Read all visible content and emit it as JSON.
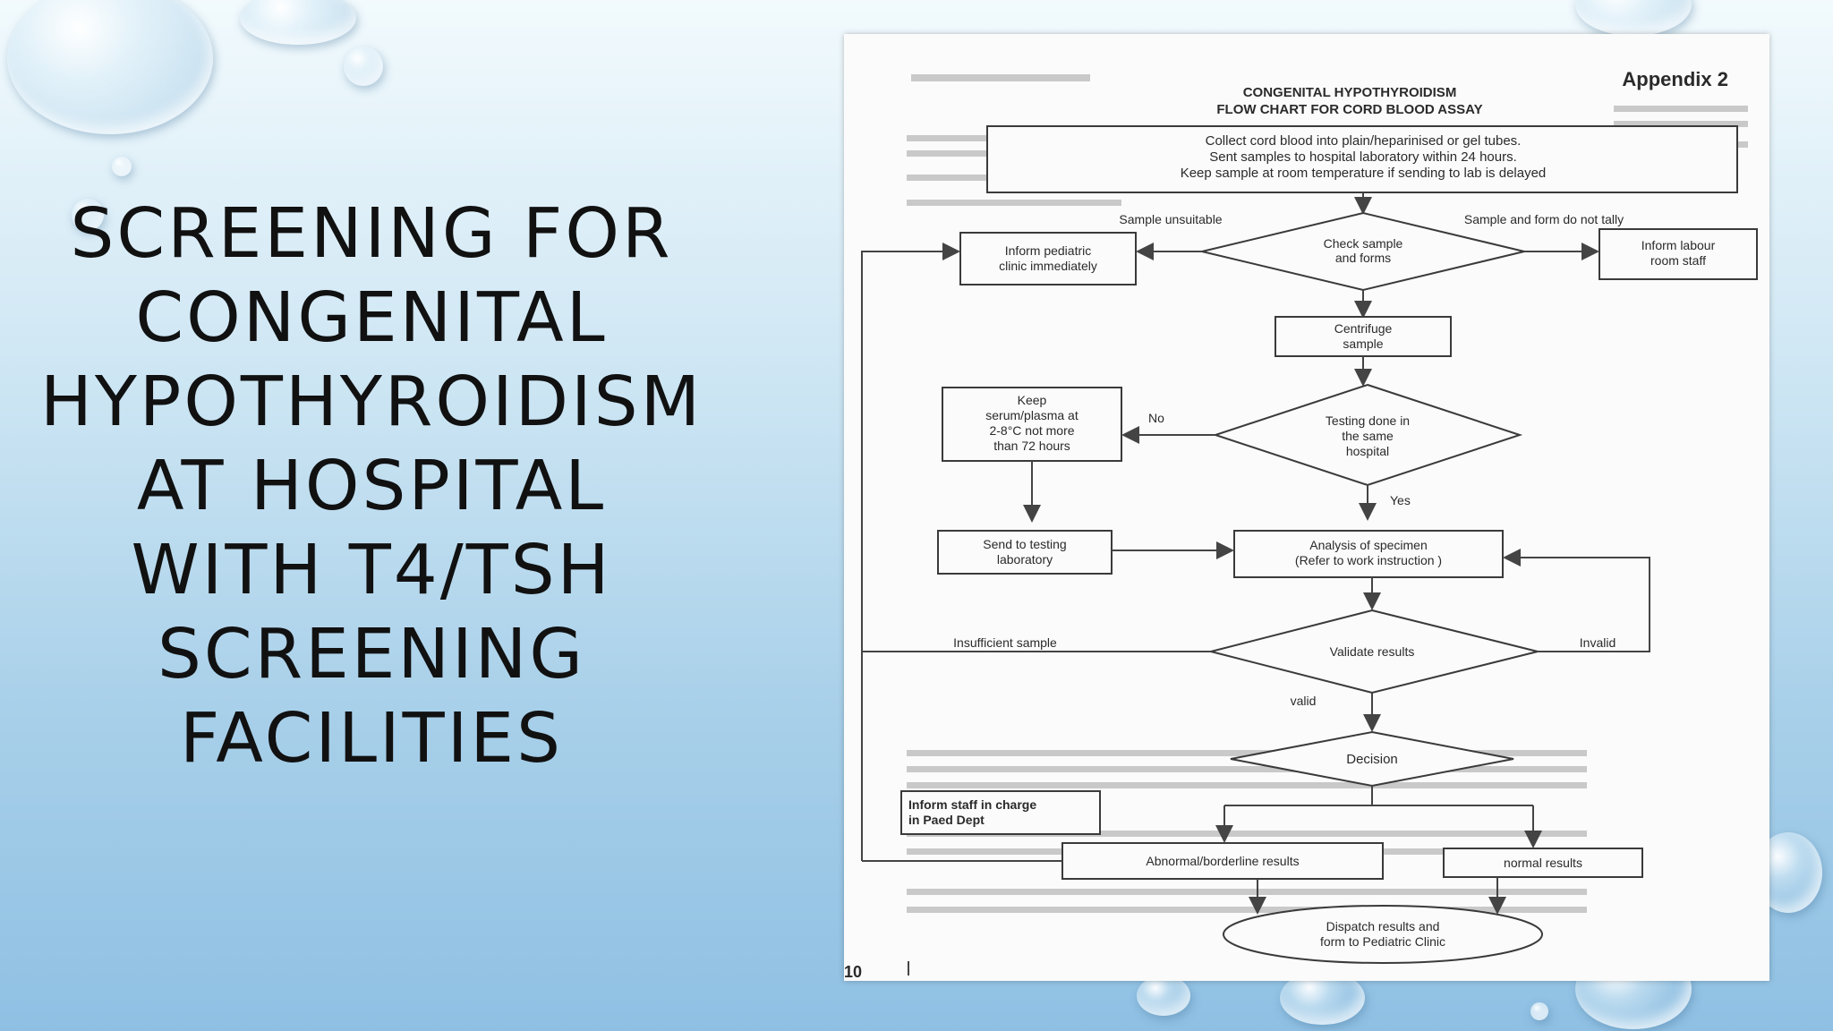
{
  "slide_title": "Screening for Congenital Hypothyroidism at Hospital with T4/TSH Screening Facilities",
  "document": {
    "appendix": "Appendix 2",
    "heading_line1": "CONGENITAL HYPOTHYROIDISM",
    "heading_line2": "FLOW CHART FOR CORD BLOOD ASSAY",
    "page_number": "10",
    "nodes": {
      "collect_l1": "Collect cord blood into plain/heparinised or gel tubes.",
      "collect_l2": "Sent samples to hospital laboratory within 24 hours.",
      "collect_l3": "Keep sample at room temperature if sending to lab is delayed",
      "check_l1": "Check sample",
      "check_l2": "and forms",
      "inform_ped_l1": "Inform  pediatric",
      "inform_ped_l2": "clinic immediately",
      "inform_labour_l1": "Inform  labour",
      "inform_labour_l2": "room staff",
      "centrifuge_l1": "Centrifuge",
      "centrifuge_l2": "sample",
      "keep_l1": "Keep",
      "keep_l2": "serum/plasma at",
      "keep_l3": "2-8°C not more",
      "keep_l4": "than 72 hours",
      "testing_l1": "Testing done in",
      "testing_l2": "the same",
      "testing_l3": "hospital",
      "send_l1": "Send to testing",
      "send_l2": "laboratory",
      "analysis_l1": "Analysis of specimen",
      "analysis_l2": "(Refer to work instruction )",
      "validate": "Validate results",
      "decision": "Decision",
      "inform_staff_l1": "Inform  staff  in charge",
      "inform_staff_l2": "in Paed Dept",
      "abnormal": "Abnormal/borderline results",
      "normal": "normal results",
      "dispatch_l1": "Dispatch results and",
      "dispatch_l2": "form to Pediatric Clinic"
    },
    "edge_labels": {
      "sample_unsuitable": "Sample unsuitable",
      "sample_form_not_tally": "Sample and form do not tally",
      "no": "No",
      "yes": "Yes",
      "insufficient_sample": "Insufficient sample",
      "invalid": "Invalid",
      "valid": "valid"
    }
  }
}
